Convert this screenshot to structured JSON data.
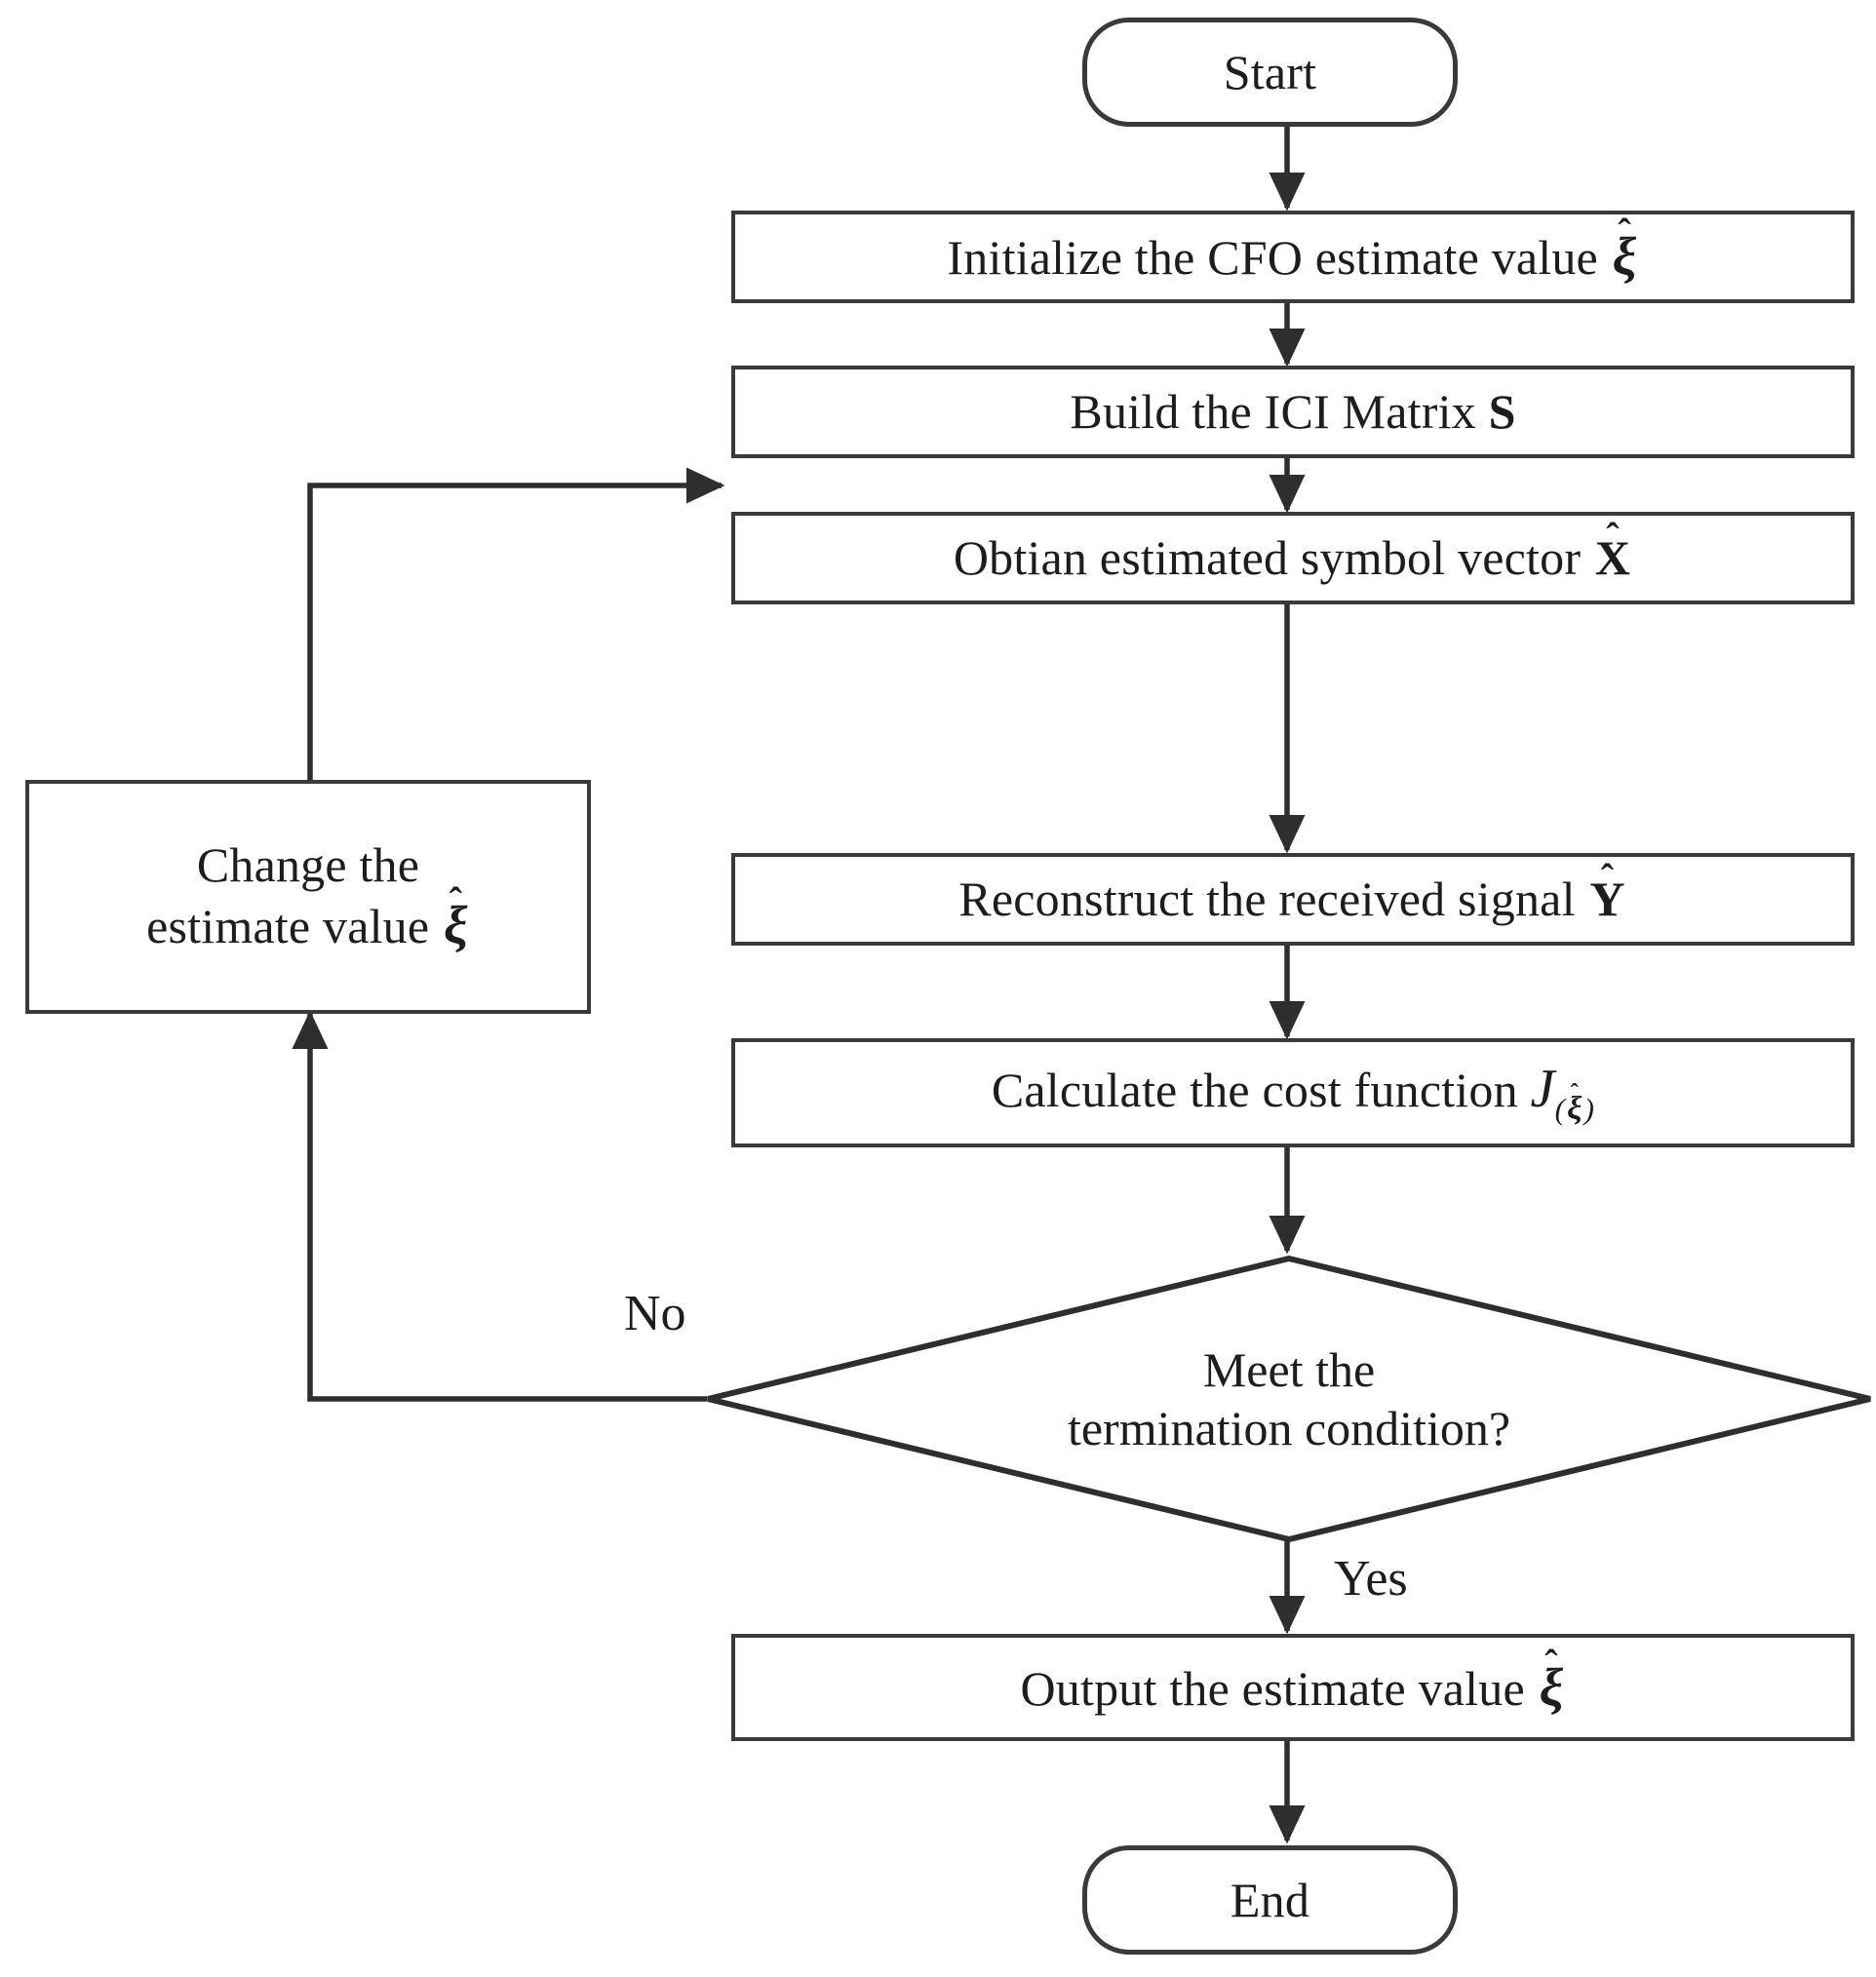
{
  "diagram": {
    "type": "flowchart",
    "title": "CFO estimation iterative algorithm flowchart",
    "background_color": "#ffffff",
    "stroke_color": "#3a3a3a",
    "text_color": "#1d1d1d"
  },
  "nodes": {
    "start": {
      "shape": "terminator",
      "label": "Start"
    },
    "initialize": {
      "shape": "process",
      "text_before": "Initialize the CFO estimate value ",
      "symbol": "ξ",
      "hat": "ˆ",
      "label_plain": "Initialize the CFO estimate value ξ̂"
    },
    "build_matrix": {
      "shape": "process",
      "text_before": "Build the ICI Matrix ",
      "symbol": "S",
      "label_plain": "Build the ICI Matrix S"
    },
    "obtain_symbol": {
      "shape": "process",
      "text_before": "Obtian estimated symbol vector ",
      "symbol": "X",
      "hat": "ˆ",
      "label_plain": "Obtian estimated symbol vector X̂"
    },
    "reconstruct_signal": {
      "shape": "process",
      "text_before": "Reconstruct the received signal ",
      "symbol": "Y",
      "hat": "ˆ",
      "label_plain": "Reconstruct the received signal Ŷ"
    },
    "cost_function": {
      "shape": "process",
      "text_before": "Calculate the cost function ",
      "symbol": "J",
      "subscript_open": "(",
      "subscript_symbol": "ξ",
      "subscript_hat": "ˆ",
      "subscript_close": ")",
      "label_plain": "Calculate the cost function J(ξ̂)"
    },
    "decision": {
      "shape": "diamond",
      "line1": "Meet the",
      "line2": "termination condition?",
      "label_plain": "Meet the termination condition?"
    },
    "change_value": {
      "shape": "process",
      "line1": "Change the",
      "text_before": "estimate value ",
      "symbol": "ξ",
      "hat": "ˆ",
      "label_plain": "Change the estimate value ξ̂"
    },
    "output_value": {
      "shape": "process",
      "text_before": "Output the estimate value ",
      "symbol": "ξ",
      "hat": "ˆ",
      "label_plain": "Output the estimate value ξ̂"
    },
    "end": {
      "shape": "terminator",
      "label": "End"
    }
  },
  "edge_labels": {
    "no": "No",
    "yes": "Yes"
  },
  "edges": [
    {
      "from": "start",
      "to": "initialize",
      "label": ""
    },
    {
      "from": "initialize",
      "to": "build_matrix",
      "label": ""
    },
    {
      "from": "build_matrix",
      "to": "obtain_symbol",
      "label": ""
    },
    {
      "from": "obtain_symbol",
      "to": "reconstruct_signal",
      "label": ""
    },
    {
      "from": "reconstruct_signal",
      "to": "cost_function",
      "label": ""
    },
    {
      "from": "cost_function",
      "to": "decision",
      "label": ""
    },
    {
      "from": "decision",
      "to": "change_value",
      "label": "No"
    },
    {
      "from": "change_value",
      "to": "build_matrix",
      "label": ""
    },
    {
      "from": "decision",
      "to": "output_value",
      "label": "Yes"
    },
    {
      "from": "output_value",
      "to": "end",
      "label": ""
    }
  ]
}
